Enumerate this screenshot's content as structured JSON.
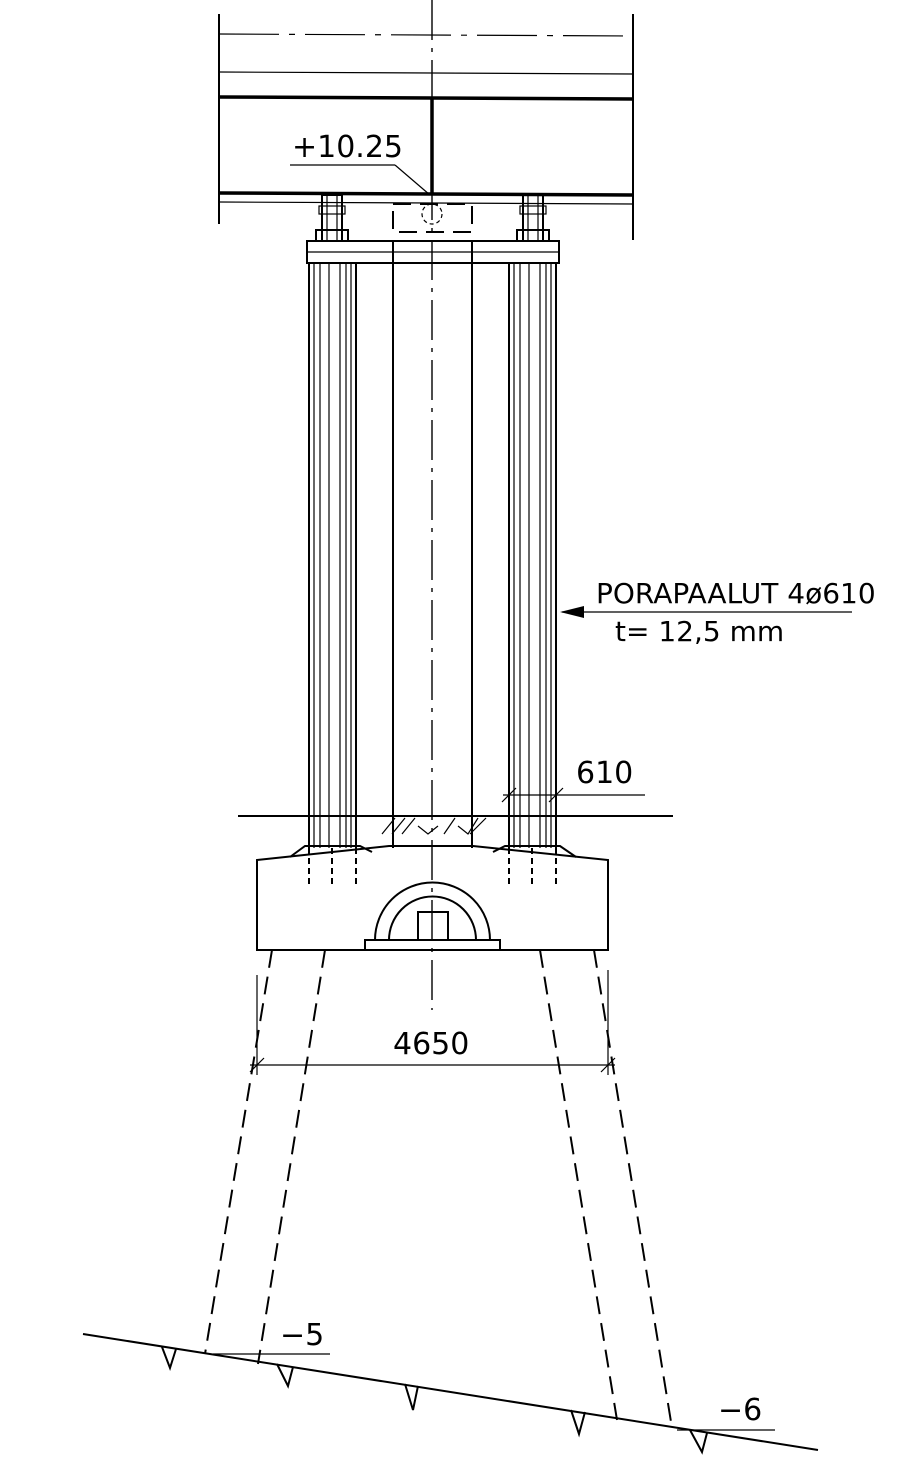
{
  "labels": {
    "top_elevation": "+10.25",
    "pile_title": "PORAPAALUT 4ø610",
    "pile_thickness": "t= 12,5 mm",
    "pile_diameter": "610",
    "pile_spacing": "4650",
    "left_toe_level": "−5",
    "right_toe_level": "−6"
  }
}
